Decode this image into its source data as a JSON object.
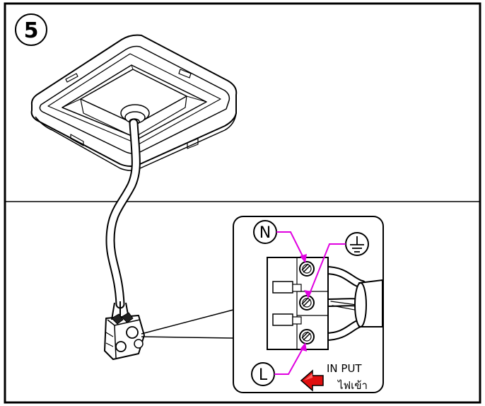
{
  "step": {
    "number": "5"
  },
  "terminal": {
    "neutral_label": "N",
    "live_label": "L",
    "earth_symbol": "earth-ground-icon"
  },
  "input": {
    "label_en": "IN PUT",
    "label_th": "ไฟเข้า",
    "arrow_icon": "red-arrow-icon"
  },
  "colors": {
    "line": "#000000",
    "leader": "#e000e0",
    "arrow": "#e01010",
    "background": "#ffffff"
  }
}
